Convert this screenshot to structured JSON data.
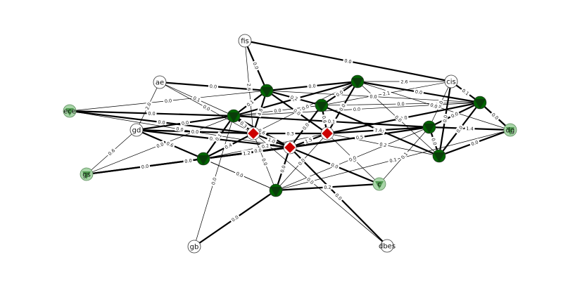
{
  "graph": {
    "nodes": [
      {
        "id": "fis",
        "label": "fis",
        "kind": "plain"
      },
      {
        "id": "ae",
        "label": "ae",
        "kind": "plain"
      },
      {
        "id": "cis",
        "label": "cis",
        "kind": "plain"
      },
      {
        "id": "gd",
        "label": "gd",
        "kind": "plain"
      },
      {
        "id": "gb",
        "label": "gb",
        "kind": "plain"
      },
      {
        "id": "dbes",
        "label": "dbes",
        "kind": "plain"
      },
      {
        "id": "ece",
        "label": "ece",
        "kind": "light"
      },
      {
        "id": "gs",
        "label": "gs",
        "kind": "light"
      },
      {
        "id": "dg",
        "label": "dg",
        "kind": "light"
      },
      {
        "id": "c",
        "label": "c",
        "kind": "light"
      },
      {
        "id": "n1",
        "label": "",
        "kind": "dark"
      },
      {
        "id": "n2",
        "label": "",
        "kind": "dark"
      },
      {
        "id": "n3",
        "label": "",
        "kind": "dark"
      },
      {
        "id": "n4",
        "label": "",
        "kind": "dark"
      },
      {
        "id": "n5",
        "label": "",
        "kind": "dark"
      },
      {
        "id": "n6",
        "label": "",
        "kind": "dark"
      },
      {
        "id": "n7",
        "label": "",
        "kind": "dark"
      },
      {
        "id": "n8",
        "label": "",
        "kind": "dark"
      },
      {
        "id": "n9",
        "label": "",
        "kind": "dark"
      },
      {
        "id": "r1",
        "label": "",
        "kind": "red"
      },
      {
        "id": "r2",
        "label": "",
        "kind": "red"
      },
      {
        "id": "r3",
        "label": "",
        "kind": "red"
      }
    ],
    "edges": [
      {
        "s": "fis",
        "t": "cis",
        "w": "0.0",
        "bold": true
      },
      {
        "s": "fis",
        "t": "r1",
        "w": "2.6",
        "bold": false
      },
      {
        "s": "fis",
        "t": "n2",
        "w": "0.0",
        "bold": true
      },
      {
        "s": "ae",
        "t": "n2",
        "w": "0.0",
        "bold": true
      },
      {
        "s": "ae",
        "t": "r1",
        "w": "0.0",
        "bold": false
      },
      {
        "s": "ae",
        "t": "gd",
        "w": "2.0",
        "bold": false
      },
      {
        "s": "ae",
        "t": "n1",
        "w": "0.1",
        "bold": false
      },
      {
        "s": "cis",
        "t": "n3",
        "w": "2.6",
        "bold": false
      },
      {
        "s": "cis",
        "t": "n7",
        "w": "0.0",
        "bold": true
      },
      {
        "s": "cis",
        "t": "n4",
        "w": "2.1",
        "bold": false
      },
      {
        "s": "cis",
        "t": "n5",
        "w": "0.1",
        "bold": true
      },
      {
        "s": "cis",
        "t": "n6",
        "w": "0.0",
        "bold": false
      },
      {
        "s": "ece",
        "t": "n1",
        "w": "0.0",
        "bold": true
      },
      {
        "s": "ece",
        "t": "r1",
        "w": "0.0",
        "bold": true
      },
      {
        "s": "ece",
        "t": "r2",
        "w": "0.0",
        "bold": false
      },
      {
        "s": "ece",
        "t": "n2",
        "w": "0.0",
        "bold": false
      },
      {
        "s": "gd",
        "t": "n1",
        "w": "0.0",
        "bold": true
      },
      {
        "s": "gd",
        "t": "r1",
        "w": "0.0",
        "bold": true
      },
      {
        "s": "gd",
        "t": "r2",
        "w": "0.2",
        "bold": true
      },
      {
        "s": "gd",
        "t": "n8",
        "w": "0.6",
        "bold": true
      },
      {
        "s": "gd",
        "t": "gs",
        "w": "0.6",
        "bold": false
      },
      {
        "s": "gd",
        "t": "n9",
        "w": "0.0",
        "bold": false
      },
      {
        "s": "gs",
        "t": "n8",
        "w": "0.0",
        "bold": true
      },
      {
        "s": "gs",
        "t": "n1",
        "w": "0.0",
        "bold": false
      },
      {
        "s": "gs",
        "t": "n6",
        "w": "0.0",
        "bold": false
      },
      {
        "s": "gs",
        "t": "r2",
        "w": "0.0",
        "bold": true
      },
      {
        "s": "gb",
        "t": "n1",
        "w": "0.0",
        "bold": false
      },
      {
        "s": "gb",
        "t": "n9",
        "w": "0.0",
        "bold": true
      },
      {
        "s": "dbes",
        "t": "r2",
        "w": "0.0",
        "bold": true
      },
      {
        "s": "dbes",
        "t": "n1",
        "w": "0.0",
        "bold": false
      },
      {
        "s": "c",
        "t": "n9",
        "w": "0.2",
        "bold": true
      },
      {
        "s": "c",
        "t": "n6",
        "w": "0.1",
        "bold": false
      },
      {
        "s": "c",
        "t": "r2",
        "w": "0.0",
        "bold": true
      },
      {
        "s": "c",
        "t": "r3",
        "w": "0.0",
        "bold": false
      },
      {
        "s": "dg",
        "t": "n5",
        "w": "0.0",
        "bold": true
      },
      {
        "s": "dg",
        "t": "n6",
        "w": "1.4",
        "bold": true
      },
      {
        "s": "dg",
        "t": "n7",
        "w": "0.0",
        "bold": true
      },
      {
        "s": "dg",
        "t": "n3",
        "w": "0.0",
        "bold": false
      },
      {
        "s": "dg",
        "t": "n9",
        "w": "0.1",
        "bold": false
      },
      {
        "s": "n1",
        "t": "n2",
        "w": "0.1",
        "bold": true
      },
      {
        "s": "n1",
        "t": "r1",
        "w": "0.3",
        "bold": true
      },
      {
        "s": "n1",
        "t": "r2",
        "w": "0.6",
        "bold": true
      },
      {
        "s": "n1",
        "t": "n8",
        "w": "0.1",
        "bold": true
      },
      {
        "s": "n1",
        "t": "n3",
        "w": "0.0",
        "bold": true
      },
      {
        "s": "n1",
        "t": "n4",
        "w": "0.0",
        "bold": false
      },
      {
        "s": "n1",
        "t": "n6",
        "w": "0.1",
        "bold": true
      },
      {
        "s": "n1",
        "t": "n5",
        "w": "0.0",
        "bold": false
      },
      {
        "s": "n2",
        "t": "n3",
        "w": "0.0",
        "bold": true
      },
      {
        "s": "n2",
        "t": "n4",
        "w": "0.2",
        "bold": true
      },
      {
        "s": "n2",
        "t": "r1",
        "w": "4.8",
        "bold": true
      },
      {
        "s": "n2",
        "t": "r3",
        "w": "0.0",
        "bold": true
      },
      {
        "s": "n2",
        "t": "n5",
        "w": "0.0",
        "bold": false
      },
      {
        "s": "n3",
        "t": "n4",
        "w": "0.0",
        "bold": true
      },
      {
        "s": "n3",
        "t": "r3",
        "w": "0.0",
        "bold": true
      },
      {
        "s": "n3",
        "t": "n5",
        "w": "0.0",
        "bold": true
      },
      {
        "s": "n3",
        "t": "r1",
        "w": "0.0",
        "bold": false
      },
      {
        "s": "n4",
        "t": "r3",
        "w": "0.6",
        "bold": true
      },
      {
        "s": "n4",
        "t": "r2",
        "w": "0.0",
        "bold": true
      },
      {
        "s": "n4",
        "t": "n7",
        "w": "0.0",
        "bold": true
      },
      {
        "s": "n4",
        "t": "n5",
        "w": "0.0",
        "bold": false
      },
      {
        "s": "n5",
        "t": "r3",
        "w": "0.0",
        "bold": true
      },
      {
        "s": "n5",
        "t": "n6",
        "w": "0.0",
        "bold": true
      },
      {
        "s": "n5",
        "t": "n7",
        "w": "0.0",
        "bold": true
      },
      {
        "s": "n6",
        "t": "r3",
        "w": "7.4",
        "bold": true
      },
      {
        "s": "n6",
        "t": "n7",
        "w": "0.0",
        "bold": true
      },
      {
        "s": "n6",
        "t": "r2",
        "w": "0.5",
        "bold": true
      },
      {
        "s": "n6",
        "t": "n9",
        "w": "0.0",
        "bold": false
      },
      {
        "s": "n7",
        "t": "r3",
        "w": "0.2",
        "bold": false
      },
      {
        "s": "n7",
        "t": "n3",
        "w": "0.0",
        "bold": false
      },
      {
        "s": "n8",
        "t": "r1",
        "w": "0.4",
        "bold": true
      },
      {
        "s": "n8",
        "t": "r2",
        "w": "1.2",
        "bold": true
      },
      {
        "s": "n8",
        "t": "n9",
        "w": "0.0",
        "bold": false
      },
      {
        "s": "n9",
        "t": "r2",
        "w": "0.0",
        "bold": true
      },
      {
        "s": "n9",
        "t": "r1",
        "w": "0.0",
        "bold": false
      },
      {
        "s": "n9",
        "t": "r3",
        "w": "0.0",
        "bold": false
      },
      {
        "s": "r1",
        "t": "r2",
        "w": "1.0",
        "bold": true
      },
      {
        "s": "r1",
        "t": "r3",
        "w": "0.3",
        "bold": true
      },
      {
        "s": "r2",
        "t": "r3",
        "w": "1.5",
        "bold": true
      },
      {
        "s": "r3",
        "t": "n8",
        "w": "0.2",
        "bold": false
      }
    ]
  },
  "colors": {
    "dark": "#006400",
    "light": "#a8d5a8",
    "red": "#cc0000",
    "plain": "#ffffff",
    "edge": "#000000"
  }
}
